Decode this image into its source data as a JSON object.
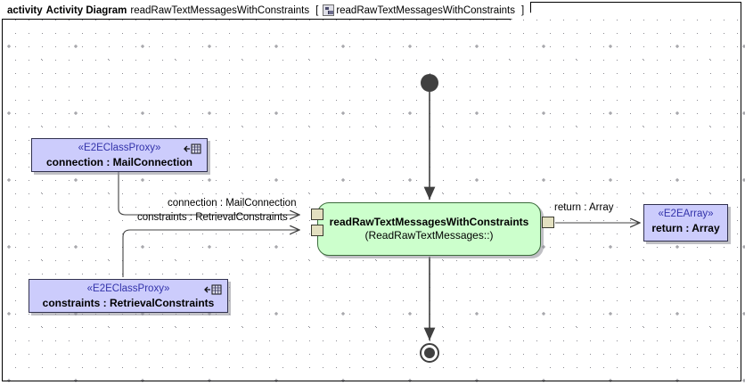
{
  "diagram": {
    "header": {
      "keyword": "activity",
      "kind": "Activity Diagram",
      "name": "readRawTextMessagesWithConstraints",
      "bracket_open": "[",
      "icon": "activity-diagram-icon",
      "frame_name": "readRawTextMessagesWithConstraints",
      "bracket_close": "]"
    },
    "initial_node": {
      "name": "initial-node"
    },
    "final_node": {
      "name": "activity-final-node"
    },
    "action": {
      "title": "readRawTextMessagesWithConstraints",
      "subtitle": "(ReadRawTextMessages::)",
      "fill": "#ccffcc",
      "border": "#3b6b3b",
      "input_pins": [
        {
          "label": "connection : MailConnection"
        },
        {
          "label": "constraints : RetrievalConstraints"
        }
      ],
      "output_pins": [
        {
          "label": "return : Array"
        }
      ]
    },
    "objects": [
      {
        "stereotype": "«E2EClassProxy»",
        "name": "connection : MailConnection",
        "fill": "#ccccfc",
        "icon": "class-proxy-icon"
      },
      {
        "stereotype": "«E2EClassProxy»",
        "name": "constraints : RetrievalConstraints",
        "fill": "#ccccfc",
        "icon": "class-proxy-icon"
      },
      {
        "stereotype": "«E2EArray»",
        "name": "return : Array",
        "fill": "#ccccfc",
        "icon": "none"
      }
    ],
    "edge_labels": {
      "connection": "connection : MailConnection",
      "constraints": "constraints : RetrievalConstraints",
      "return": "return : Array"
    }
  }
}
